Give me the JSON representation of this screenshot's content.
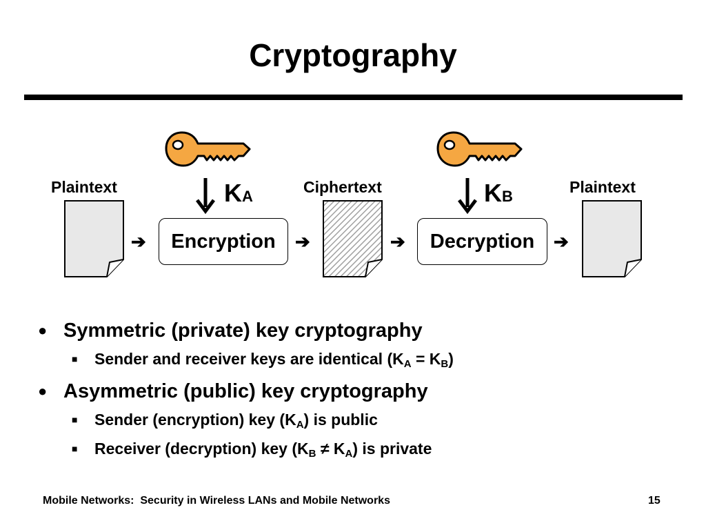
{
  "slide": {
    "title": "Cryptography",
    "diagram": {
      "plaintext_left_label": "Plaintext",
      "ciphertext_label": "Ciphertext",
      "plaintext_right_label": "Plaintext",
      "encryption_label": "Encryption",
      "decryption_label": "Decryption",
      "key_a": {
        "letter": "K",
        "subscript": "A"
      },
      "key_b": {
        "letter": "K",
        "subscript": "B"
      },
      "arrow_glyph": "➔",
      "colors": {
        "key_fill": "#F5A742",
        "document_fill": "#E8E8E8",
        "cipher_hatch": "#A0A0A0"
      }
    },
    "bullets": [
      {
        "text": "Symmetric (private) key cryptography",
        "subitems": [
          {
            "parts": [
              "Sender and receiver keys are identical (K",
              "A",
              " = K",
              "B",
              ")"
            ]
          }
        ]
      },
      {
        "text": "Asymmetric (public) key cryptography",
        "subitems": [
          {
            "parts": [
              "Sender (encryption) key (K",
              "A",
              ") is public"
            ]
          },
          {
            "parts": [
              "Receiver (decryption) key (K",
              "B",
              " ≠ K",
              "A",
              ") is private"
            ]
          }
        ]
      }
    ],
    "bullet_glyph": "●",
    "subbullet_glyph": "■",
    "footer": {
      "left": "Mobile Networks:  Security in Wireless LANs and Mobile Networks",
      "page_number": "15"
    }
  }
}
